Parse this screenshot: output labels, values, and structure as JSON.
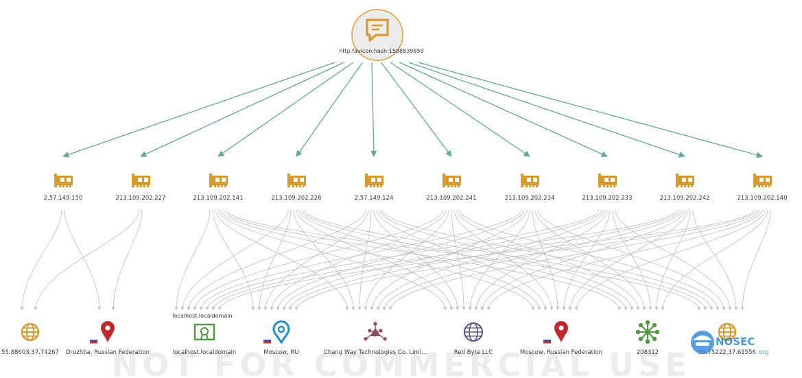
{
  "root": {
    "label": "http.favicon.hash:1588839859",
    "icon": "speech-bubble-icon"
  },
  "ip_nodes": [
    {
      "label": "2.57.149.150",
      "icon": "network-card-icon"
    },
    {
      "label": "213.109.202.227",
      "icon": "network-card-icon"
    },
    {
      "label": "213.109.202.141",
      "icon": "network-card-icon"
    },
    {
      "label": "213.109.202.226",
      "icon": "network-card-icon"
    },
    {
      "label": "2.57.149.124",
      "icon": "network-card-icon"
    },
    {
      "label": "213.109.202.241",
      "icon": "network-card-icon"
    },
    {
      "label": "213.109.202.234",
      "icon": "network-card-icon"
    },
    {
      "label": "213.109.202.233",
      "icon": "network-card-icon"
    },
    {
      "label": "213.109.202.242",
      "icon": "network-card-icon"
    },
    {
      "label": "213.109.202.140",
      "icon": "network-card-icon"
    }
  ],
  "entity_nodes": [
    {
      "label": "55.88603,37.74267",
      "icon": "globe-icon",
      "flag": false
    },
    {
      "label": "Druzhba, Russian Federation",
      "icon": "map-pin-icon",
      "flag": true
    },
    {
      "label": "localhost.localdomain",
      "icon": "certificate-icon",
      "flag": false
    },
    {
      "label": "Moscow, RU",
      "icon": "location-p-icon",
      "flag": true
    },
    {
      "label": "Chang Way Technologies Co. Limi...",
      "icon": "organization-icon",
      "flag": false
    },
    {
      "label": "Red Byte LLC",
      "icon": "isp-globe-icon",
      "flag": false
    },
    {
      "label": "Moscow, Russian Federation",
      "icon": "map-pin-icon",
      "flag": true
    },
    {
      "label": "208312",
      "icon": "asn-network-icon",
      "flag": false
    },
    {
      "label": "55.75222,37.61556",
      "icon": "globe-icon",
      "flag": false
    }
  ],
  "floating_label": "localhost.localdomain",
  "watermark": "NOT FOR COMMERCIAL USE",
  "logo": {
    "title": "NOSEC",
    "subtitle": "org",
    "icon": "hacker-hat-icon"
  },
  "colors": {
    "accent": "#d89a2b",
    "edge_teal": "#5ea99a",
    "edge_gray": "#c4c4c4",
    "pin_red": "#c0282f",
    "pin_blue": "#1d8fc9",
    "org_purple": "#8c4a63",
    "isp_purple": "#5b4e8c",
    "asn_green": "#4f9a3d"
  }
}
